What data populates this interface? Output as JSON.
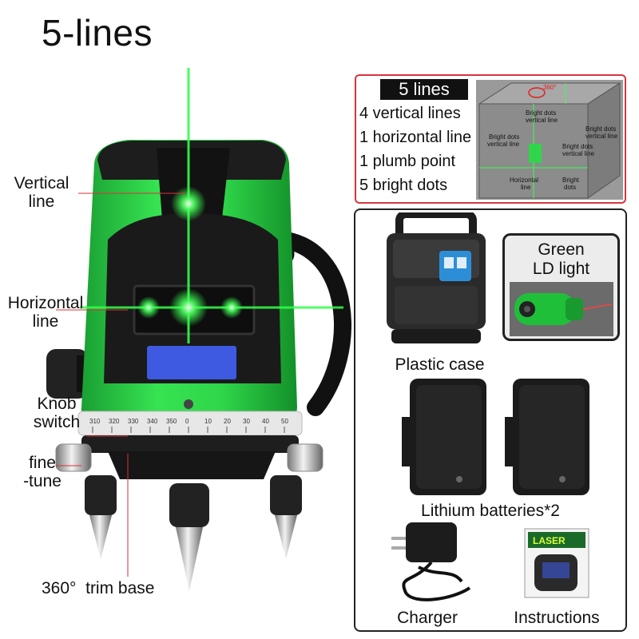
{
  "title": "5-lines",
  "callouts": {
    "vertical": "Vertical\nline",
    "horizontal": "Horizontal\nline",
    "knob": "Knob\nswitch",
    "fine_tune": "fine\n-tune",
    "base": "360°  trim base"
  },
  "dial_numbers": [
    "310",
    "320",
    "330",
    "340",
    "350",
    "0",
    "10",
    "20",
    "30",
    "40",
    "50"
  ],
  "info": {
    "badge": "5 lines",
    "lines": [
      "4 vertical lines",
      "1 horizontal line",
      "1 plumb point",
      "5 bright dots"
    ]
  },
  "cube_labels": {
    "angle": "360°",
    "top_dots": "Bright dots\nvertical line",
    "left_dots": "Bright dots\nvertical line",
    "right_dots": "Bright dots\nvertical line",
    "center_dots": "Bright dots\nvertical line",
    "horizontal": "Horizontal\nline",
    "bottom_dots": "Bright\ndots"
  },
  "accessories": {
    "case": "Plastic case",
    "ld_light": "Green\nLD light",
    "batteries": "Lithium batteries*2",
    "charger": "Charger",
    "instructions": "Instructions",
    "manual_cover": "LASER"
  },
  "colors": {
    "body_green": "#2fd64a",
    "laser_green": "#32ff4a",
    "accent_red": "#d9343d",
    "lcd_blue": "#3d5ae0"
  }
}
